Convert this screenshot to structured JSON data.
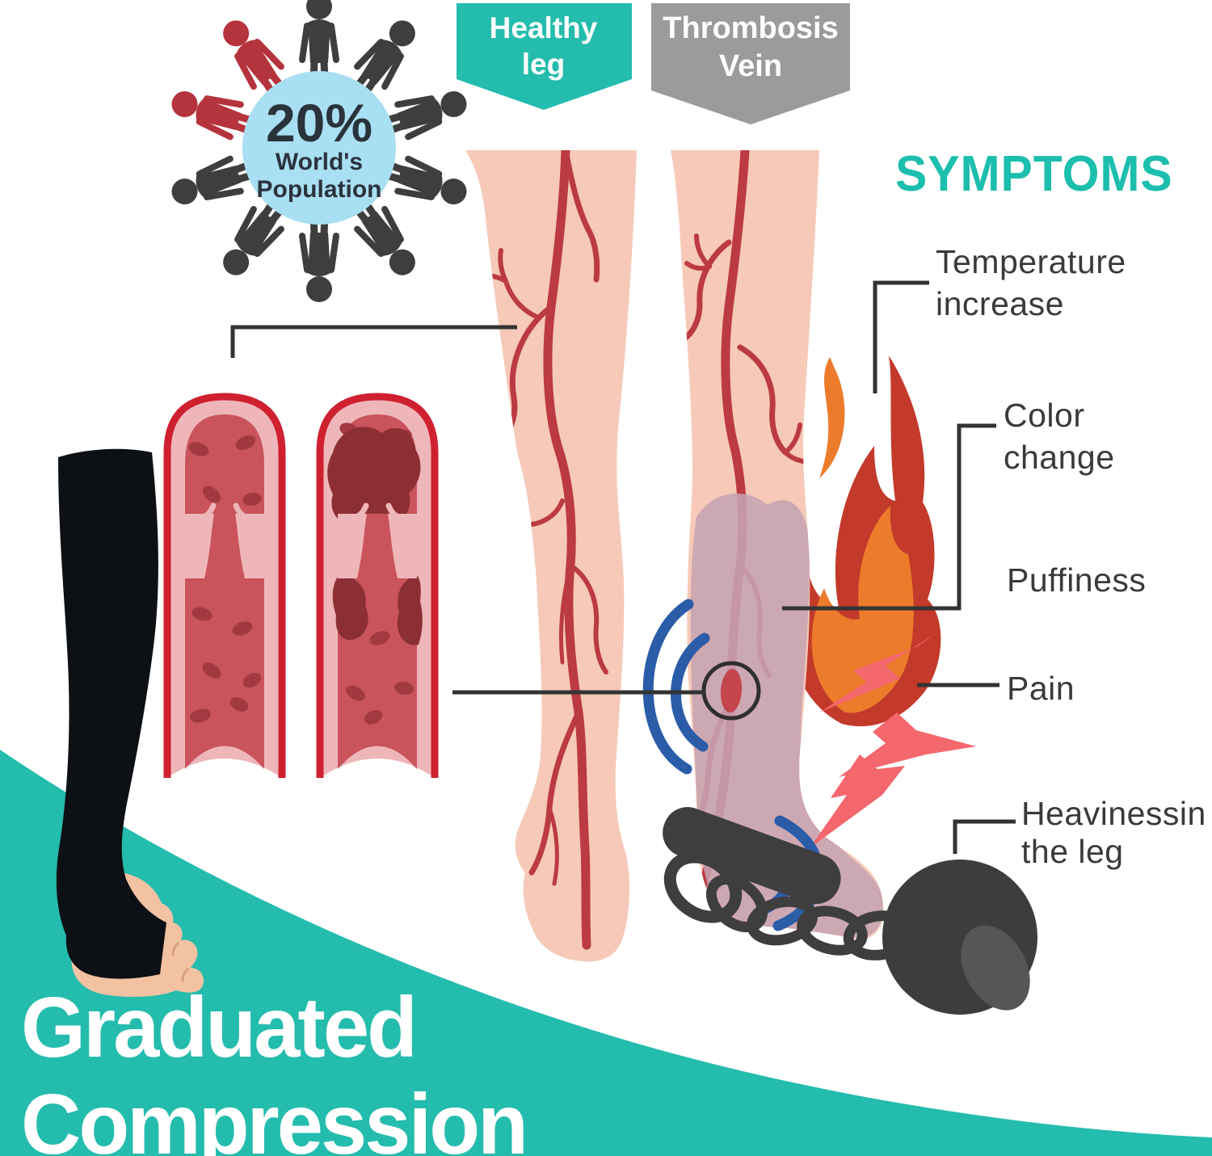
{
  "stat_badge": {
    "percent": "20%",
    "line1": "World's",
    "line2": "Population"
  },
  "banners": {
    "healthy": {
      "line1": "Healthy",
      "line2": "leg"
    },
    "thrombosis": {
      "line1": "Thrombosis",
      "line2": "Vein"
    }
  },
  "symptoms": {
    "title": "SYMPTOMS",
    "items": [
      {
        "line1": "Temperature",
        "line2": "increase"
      },
      {
        "line1": "Color",
        "line2": "change"
      },
      {
        "line1": "Puffiness",
        "line2": ""
      },
      {
        "line1": "Pain",
        "line2": ""
      },
      {
        "line1": "Heavinessin",
        "line2": "the leg"
      }
    ]
  },
  "footer": {
    "line1": "Graduated",
    "line2": "Compression"
  },
  "colors": {
    "teal": "#24bcad",
    "teal_text": "#1cbead",
    "gray_banner": "#9b9b9b",
    "badge_blue": "#a9dff2",
    "skin": "#f6c9b8",
    "swollen_mauve": "#c6a3b1",
    "vein_red": "#bc3a42",
    "tube_wall_pink": "#efb6b9",
    "tube_lumen_red": "#c9545b",
    "tube_outline_red": "#cf2030",
    "clot_dark": "#8c2f34",
    "fire_red": "#c33a2b",
    "fire_orange": "#ec7c2b",
    "bolt_salmon": "#f3676d",
    "wave_blue": "#2b5ca8",
    "metal_gray": "#3e3e3e",
    "label_dark": "#3a3a3a",
    "sock_black": "#0d1014"
  },
  "illustrations": {
    "population_circle": "people-around-20-percent-badge",
    "healthy_leg": "leg-with-vein-network",
    "thrombosis_leg": "swollen-leg-with-clot",
    "vein_section_healthy": "open-vein-cross-section",
    "vein_section_clot": "clotted-vein-cross-section",
    "fire": "heat-flame-icon",
    "pain_bolts": "lightning-bolt-icons",
    "sound_waves": "pulse-arc-icons",
    "ball_and_chain": "heaviness-ball-chain-icon",
    "compression_sock": "black-open-toe-sock"
  }
}
